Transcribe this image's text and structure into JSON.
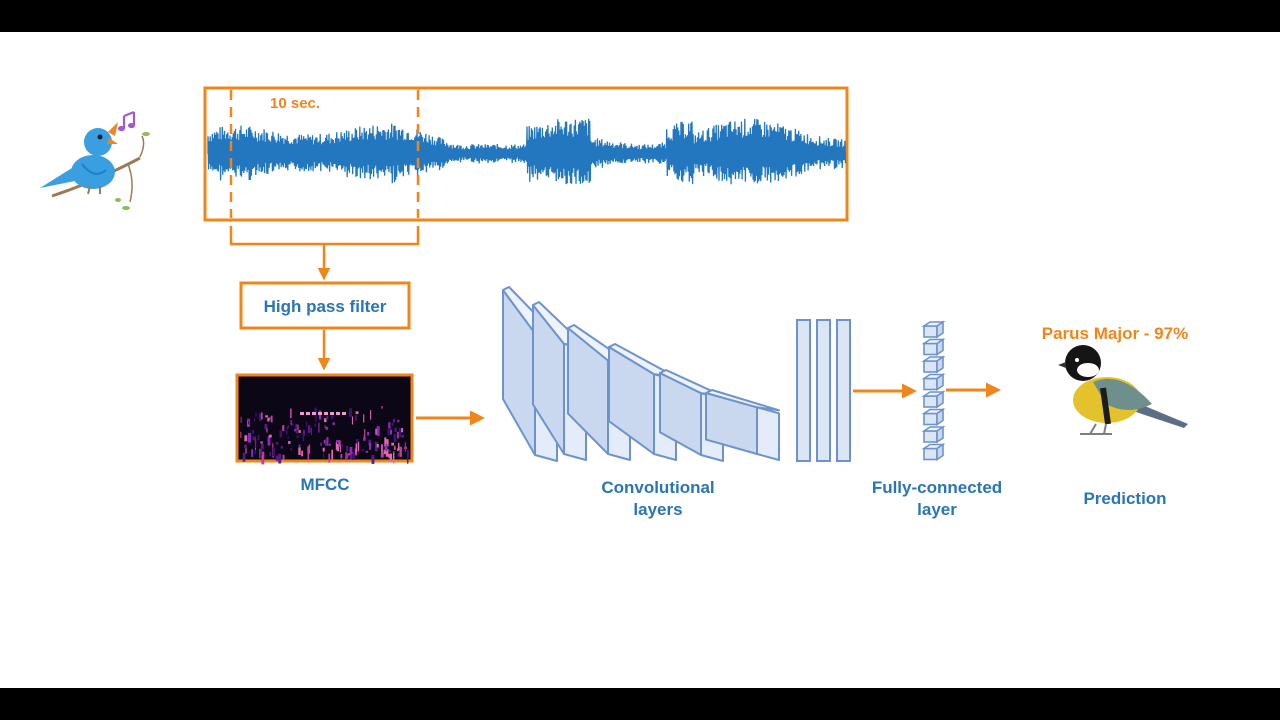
{
  "input": {
    "duration_label": "10 sec."
  },
  "filter": {
    "label": "High pass filter"
  },
  "features": {
    "label": "MFCC"
  },
  "network": {
    "conv_label_line1": "Convolutional",
    "conv_label_line2": "layers",
    "fc_label_line1": "Fully-connected",
    "fc_label_line2": "layer"
  },
  "output": {
    "prediction_text": "Parus Major - 97%",
    "label": "Prediction"
  },
  "icons": {
    "singing_bird": "singing-bird-icon",
    "music_note": "music-note-icon",
    "great_tit": "great-tit-bird-illustration"
  },
  "colors": {
    "accent_orange": "#f0861a",
    "waveform_blue": "#2377be",
    "label_blue": "#2a74b8",
    "block_fill": "#dbe6f5",
    "block_stroke": "#6e93cc"
  }
}
